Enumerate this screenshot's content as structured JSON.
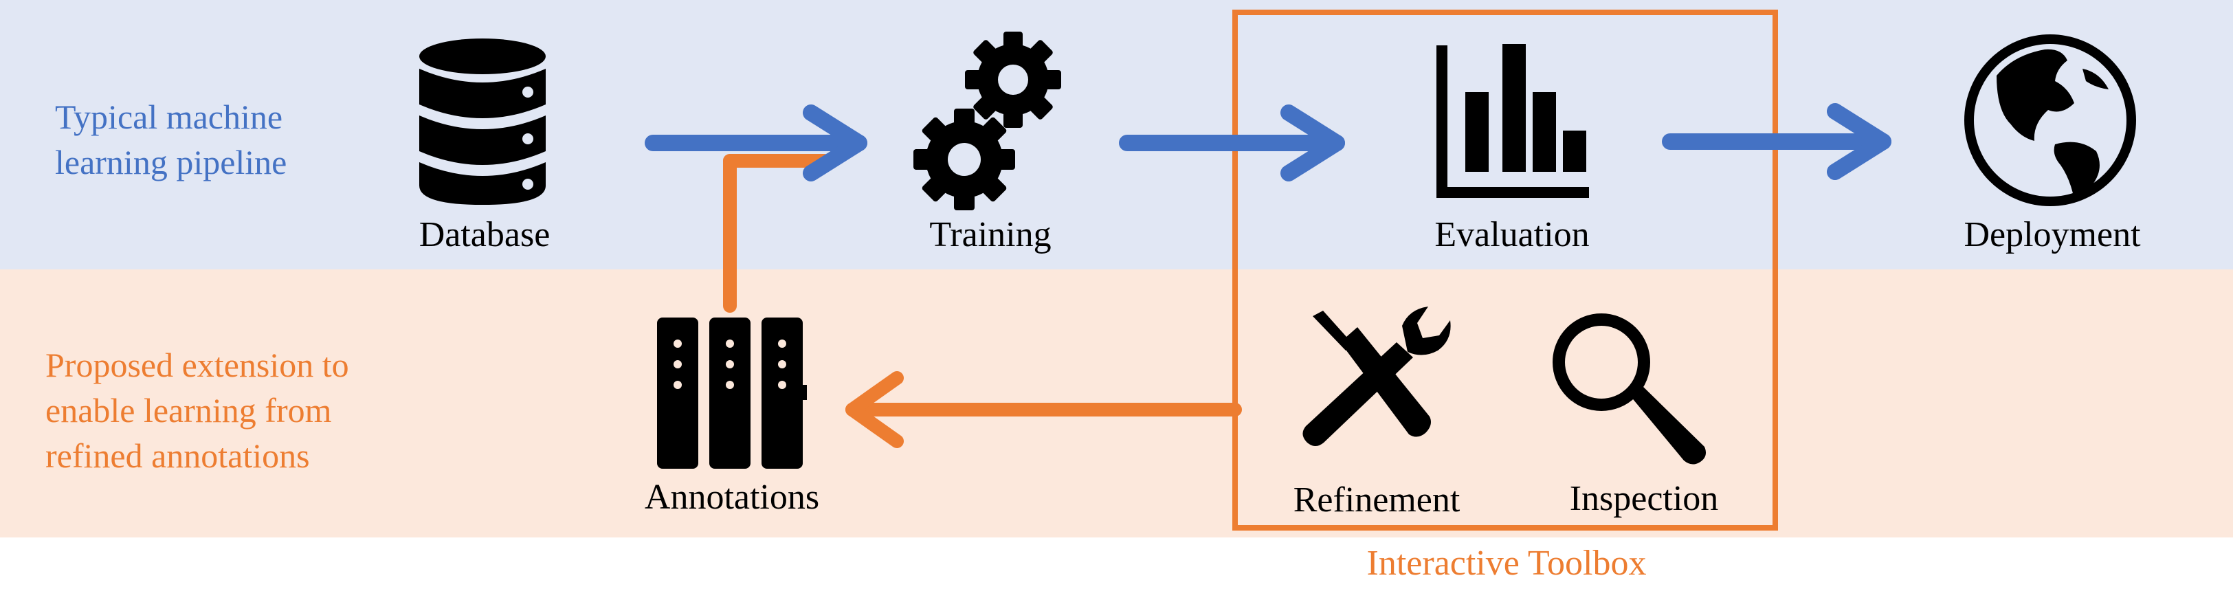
{
  "top_band": {
    "caption_lines": [
      "Typical machine",
      "learning pipeline"
    ]
  },
  "bottom_band": {
    "caption_lines": [
      "Proposed extension to",
      "enable learning from",
      "refined annotations"
    ]
  },
  "nodes": {
    "database": {
      "label": "Database",
      "icon": "database-icon"
    },
    "training": {
      "label": "Training",
      "icon": "gears-icon"
    },
    "evaluation": {
      "label": "Evaluation",
      "icon": "bar-chart-icon"
    },
    "deployment": {
      "label": "Deployment",
      "icon": "globe-icon"
    },
    "annotations": {
      "label": "Annotations",
      "icon": "server-racks-icon"
    },
    "refinement": {
      "label": "Refinement",
      "icon": "tools-icon"
    },
    "inspection": {
      "label": "Inspection",
      "icon": "magnifier-icon"
    }
  },
  "toolbox": {
    "title": "Interactive Toolbox"
  },
  "colors": {
    "top_band": "#e1e7f4",
    "bottom_band": "#fce8dc",
    "blue": "#4472c4",
    "orange": "#ed7d31",
    "icon": "#000000"
  }
}
